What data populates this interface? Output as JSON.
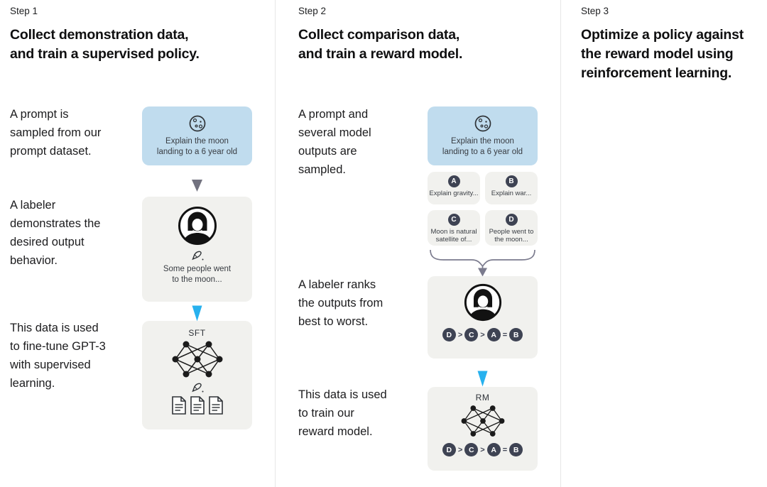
{
  "step1": {
    "label": "Step 1",
    "heading": "Collect demonstration data,\nand train a supervised policy.",
    "captions": {
      "prompt": "A prompt is\nsampled from our\nprompt dataset.",
      "labeler": "A labeler\ndemonstrates the\ndesired output\nbehavior.",
      "finetune": "This data is used\nto fine-tune GPT-3\nwith supervised\nlearning."
    },
    "prompt_box": {
      "text": "Explain the moon\nlanding to a 6 year old",
      "icon": "moon-icon"
    },
    "labeler_box": {
      "text": "Some people went\nto the moon...",
      "icons": [
        "labeler-avatar-icon",
        "pencil-icon"
      ]
    },
    "sft_box": {
      "title": "SFT",
      "icons": [
        "network-icon",
        "pencil-icon",
        "documents-icon"
      ]
    }
  },
  "step2": {
    "label": "Step 2",
    "heading": "Collect comparison data,\nand train a reward model.",
    "captions": {
      "sampled": "A prompt and\nseveral model\noutputs are\nsampled.",
      "ranks": "A labeler ranks\nthe outputs from\nbest to worst.",
      "train": "This data is used\nto train our\nreward model."
    },
    "prompt_box": {
      "text": "Explain the moon\nlanding to a 6 year old",
      "icon": "moon-icon"
    },
    "outputs": [
      {
        "letter": "A",
        "text": "Explain gravity..."
      },
      {
        "letter": "B",
        "text": "Explain war..."
      },
      {
        "letter": "C",
        "text": "Moon is natural\nsatellite of..."
      },
      {
        "letter": "D",
        "text": "People went to\nthe moon..."
      }
    ],
    "ranking": {
      "display": "D > C > A = B",
      "items": [
        "D",
        "C",
        "A",
        "B"
      ],
      "separators": [
        ">",
        ">",
        "="
      ]
    },
    "labeler_box": {
      "icon": "labeler-avatar-icon"
    },
    "rm_box": {
      "title": "RM",
      "icons": [
        "network-icon"
      ]
    }
  },
  "step3": {
    "label": "Step 3",
    "heading": "Optimize a policy against\nthe reward model using\nreinforcement learning."
  },
  "colors": {
    "prompt_box_bg": "#c0dcee",
    "card_bg": "#f1f1ee",
    "badge_bg": "#3e4353",
    "arrow_gray": "#72727f",
    "arrow_cyan": "#27b1ee",
    "divider": "#e7e7e7"
  }
}
